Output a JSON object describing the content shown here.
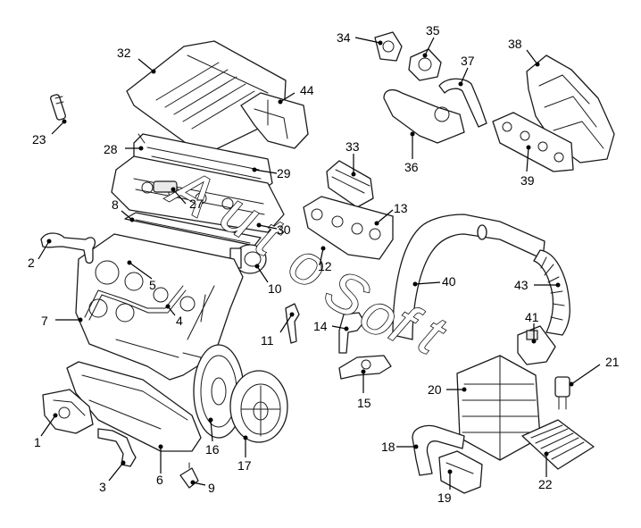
{
  "watermark": [
    "A",
    "u",
    "t",
    "o",
    "S",
    "o",
    "f",
    "t"
  ],
  "callouts": [
    "1",
    "2",
    "3",
    "4",
    "5",
    "6",
    "7",
    "8",
    "9",
    "10",
    "11",
    "12",
    "13",
    "14",
    "15",
    "16",
    "17",
    "18",
    "19",
    "20",
    "21",
    "22",
    "23",
    "27",
    "28",
    "29",
    "30",
    "32",
    "33",
    "34",
    "35",
    "36",
    "37",
    "38",
    "39",
    "40",
    "41",
    "43",
    "44"
  ]
}
